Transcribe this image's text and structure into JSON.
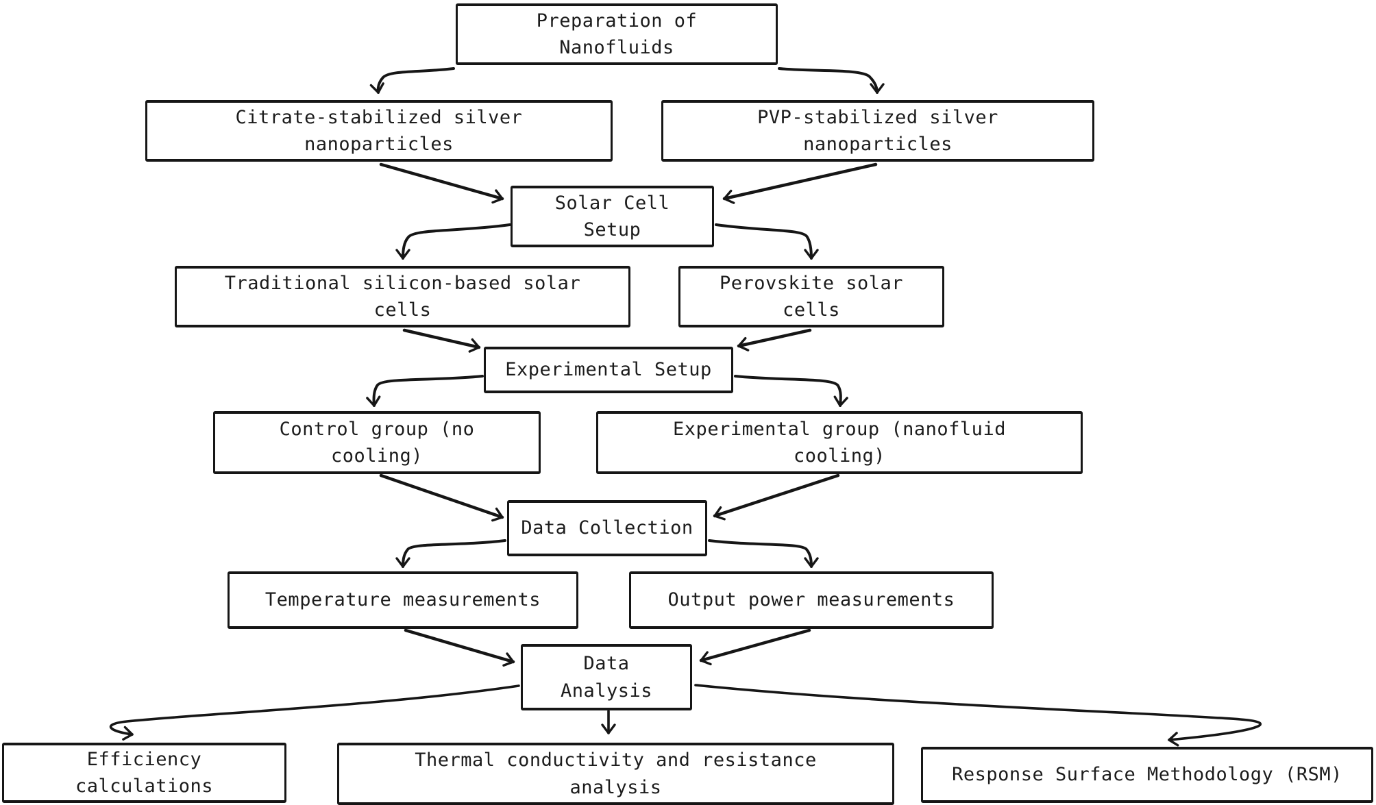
{
  "diagram": {
    "type": "flowchart",
    "style": "hand-drawn, black strokes on white background",
    "colors": {
      "stroke": "#161616",
      "box_fill": "#ffffff",
      "background": "#ffffff",
      "text": "#1c1c1c"
    },
    "nodes": [
      {
        "id": "preparation",
        "label": "Preparation of\nNanofluids"
      },
      {
        "id": "citrate",
        "label": "Citrate-stabilized silver\nnanoparticles"
      },
      {
        "id": "pvp",
        "label": "PVP-stabilized silver\nnanoparticles"
      },
      {
        "id": "solar-setup",
        "label": "Solar Cell\nSetup"
      },
      {
        "id": "traditional",
        "label": "Traditional silicon-based solar\ncells"
      },
      {
        "id": "perovskite",
        "label": "Perovskite solar\ncells"
      },
      {
        "id": "experimental-setup",
        "label": "Experimental Setup"
      },
      {
        "id": "control-group",
        "label": "Control group (no\ncooling)"
      },
      {
        "id": "experimental-group",
        "label": "Experimental group (nanofluid\ncooling)"
      },
      {
        "id": "data-collection",
        "label": "Data Collection"
      },
      {
        "id": "temperature",
        "label": "Temperature measurements"
      },
      {
        "id": "output-power",
        "label": "Output power measurements"
      },
      {
        "id": "data-analysis",
        "label": "Data\nAnalysis"
      },
      {
        "id": "efficiency",
        "label": "Efficiency\ncalculations"
      },
      {
        "id": "thermal",
        "label": "Thermal conductivity and resistance\nanalysis"
      },
      {
        "id": "rsm",
        "label": "Response Surface Methodology (RSM)"
      }
    ],
    "edges": [
      {
        "from": "preparation",
        "to": "citrate"
      },
      {
        "from": "preparation",
        "to": "pvp"
      },
      {
        "from": "citrate",
        "to": "solar-setup"
      },
      {
        "from": "pvp",
        "to": "solar-setup"
      },
      {
        "from": "solar-setup",
        "to": "traditional"
      },
      {
        "from": "solar-setup",
        "to": "perovskite"
      },
      {
        "from": "traditional",
        "to": "experimental-setup"
      },
      {
        "from": "perovskite",
        "to": "experimental-setup"
      },
      {
        "from": "experimental-setup",
        "to": "control-group"
      },
      {
        "from": "experimental-setup",
        "to": "experimental-group"
      },
      {
        "from": "control-group",
        "to": "data-collection"
      },
      {
        "from": "experimental-group",
        "to": "data-collection"
      },
      {
        "from": "data-collection",
        "to": "temperature"
      },
      {
        "from": "data-collection",
        "to": "output-power"
      },
      {
        "from": "temperature",
        "to": "data-analysis"
      },
      {
        "from": "output-power",
        "to": "data-analysis"
      },
      {
        "from": "data-analysis",
        "to": "efficiency"
      },
      {
        "from": "data-analysis",
        "to": "thermal"
      },
      {
        "from": "data-analysis",
        "to": "rsm"
      }
    ]
  }
}
